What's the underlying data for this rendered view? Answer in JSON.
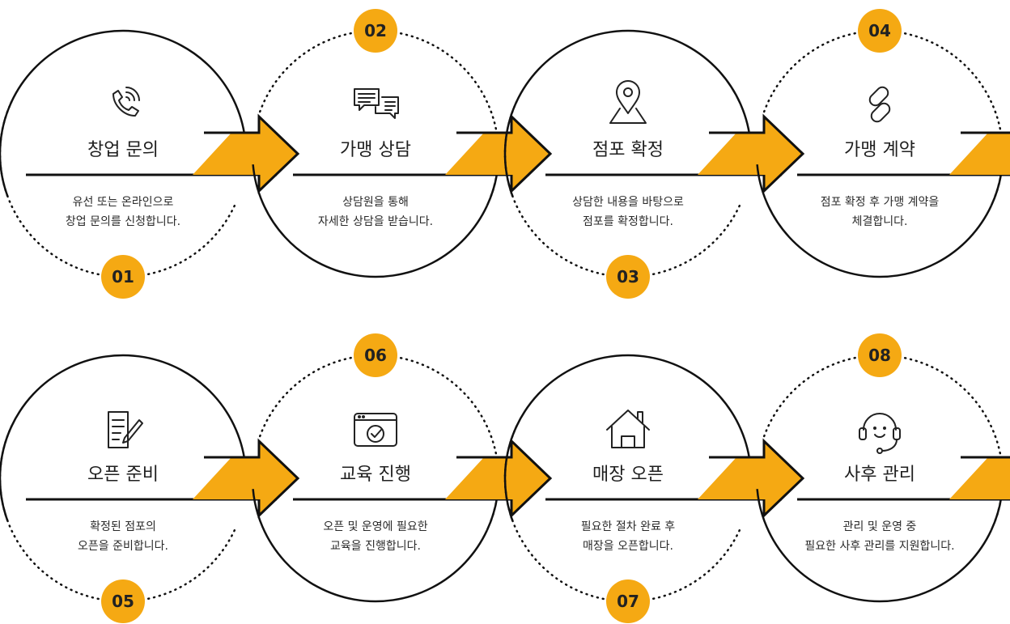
{
  "colors": {
    "accent": "#F5A913",
    "line": "#111111",
    "text": "#1f1f1f"
  },
  "steps": [
    {
      "number": "01",
      "title": "창업 문의",
      "desc1": "유선 또는 온라인으로",
      "desc2": "창업 문의를 신청합니다.",
      "icon": "phone-icon"
    },
    {
      "number": "02",
      "title": "가맹 상담",
      "desc1": "상담원을 통해",
      "desc2": "자세한 상담을 받습니다.",
      "icon": "chat-icon"
    },
    {
      "number": "03",
      "title": "점포 확정",
      "desc1": "상담한 내용을 바탕으로",
      "desc2": "점포를 확정합니다.",
      "icon": "map-pin-icon"
    },
    {
      "number": "04",
      "title": "가맹 계약",
      "desc1": "점포 확정 후 가맹 계약을",
      "desc2": "체결합니다.",
      "icon": "link-icon"
    },
    {
      "number": "05",
      "title": "오픈 준비",
      "desc1": "확정된 점포의",
      "desc2": "오픈을 준비합니다.",
      "icon": "document-edit-icon"
    },
    {
      "number": "06",
      "title": "교육 진행",
      "desc1": "오픈 및 운영에 필요한",
      "desc2": "교육을 진행합니다.",
      "icon": "browser-check-icon"
    },
    {
      "number": "07",
      "title": "매장 오픈",
      "desc1": "필요한 절차 완료 후",
      "desc2": "매장을 오픈합니다.",
      "icon": "house-icon"
    },
    {
      "number": "08",
      "title": "사후 관리",
      "desc1": "관리 및 운영 중",
      "desc2": "필요한 사후 관리를 지원합니다.",
      "icon": "headset-icon"
    }
  ]
}
